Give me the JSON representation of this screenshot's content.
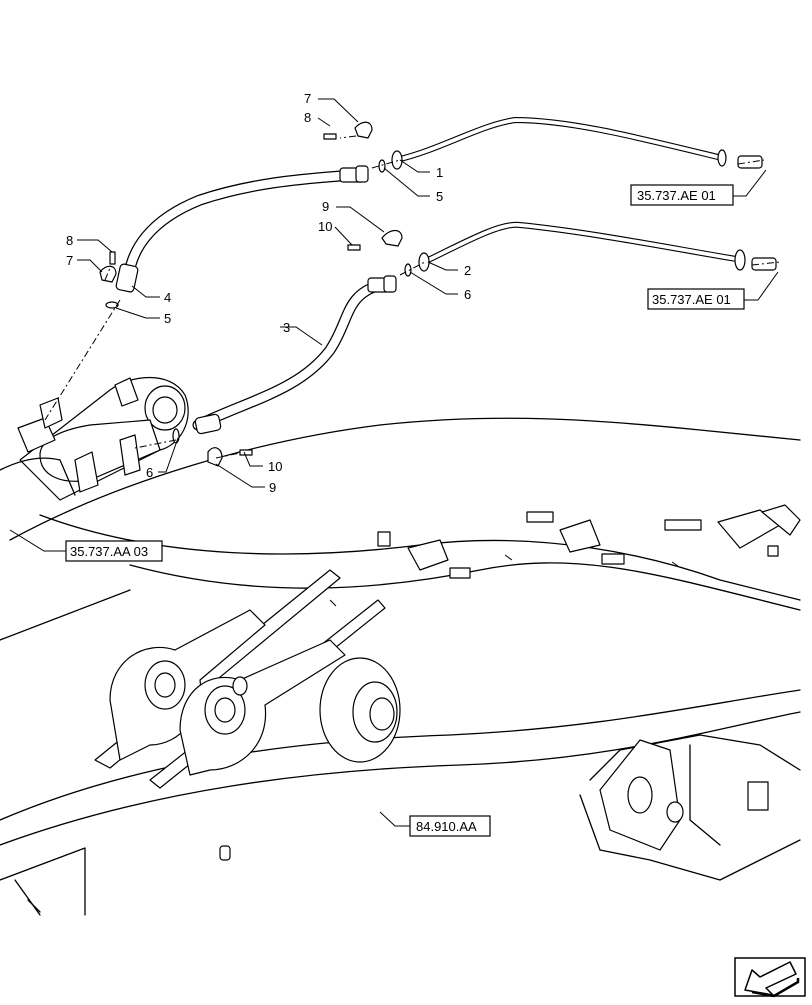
{
  "callouts": {
    "c1": "1",
    "c2": "2",
    "c3": "3",
    "c4": "4",
    "c5a": "5",
    "c5b": "5",
    "c6a": "6",
    "c6b": "6",
    "c7a": "7",
    "c7b": "7",
    "c8a": "8",
    "c8b": "8",
    "c9a": "9",
    "c9b": "9",
    "c10a": "10",
    "c10b": "10"
  },
  "references": {
    "ref_ae_top": "35.737.AE 01",
    "ref_ae_mid": "35.737.AE 01",
    "ref_aa": "35.737.AA 03",
    "ref_boom": "84.910.AA"
  },
  "icons": {
    "nav_arrow": "arrow-left-down-icon"
  }
}
